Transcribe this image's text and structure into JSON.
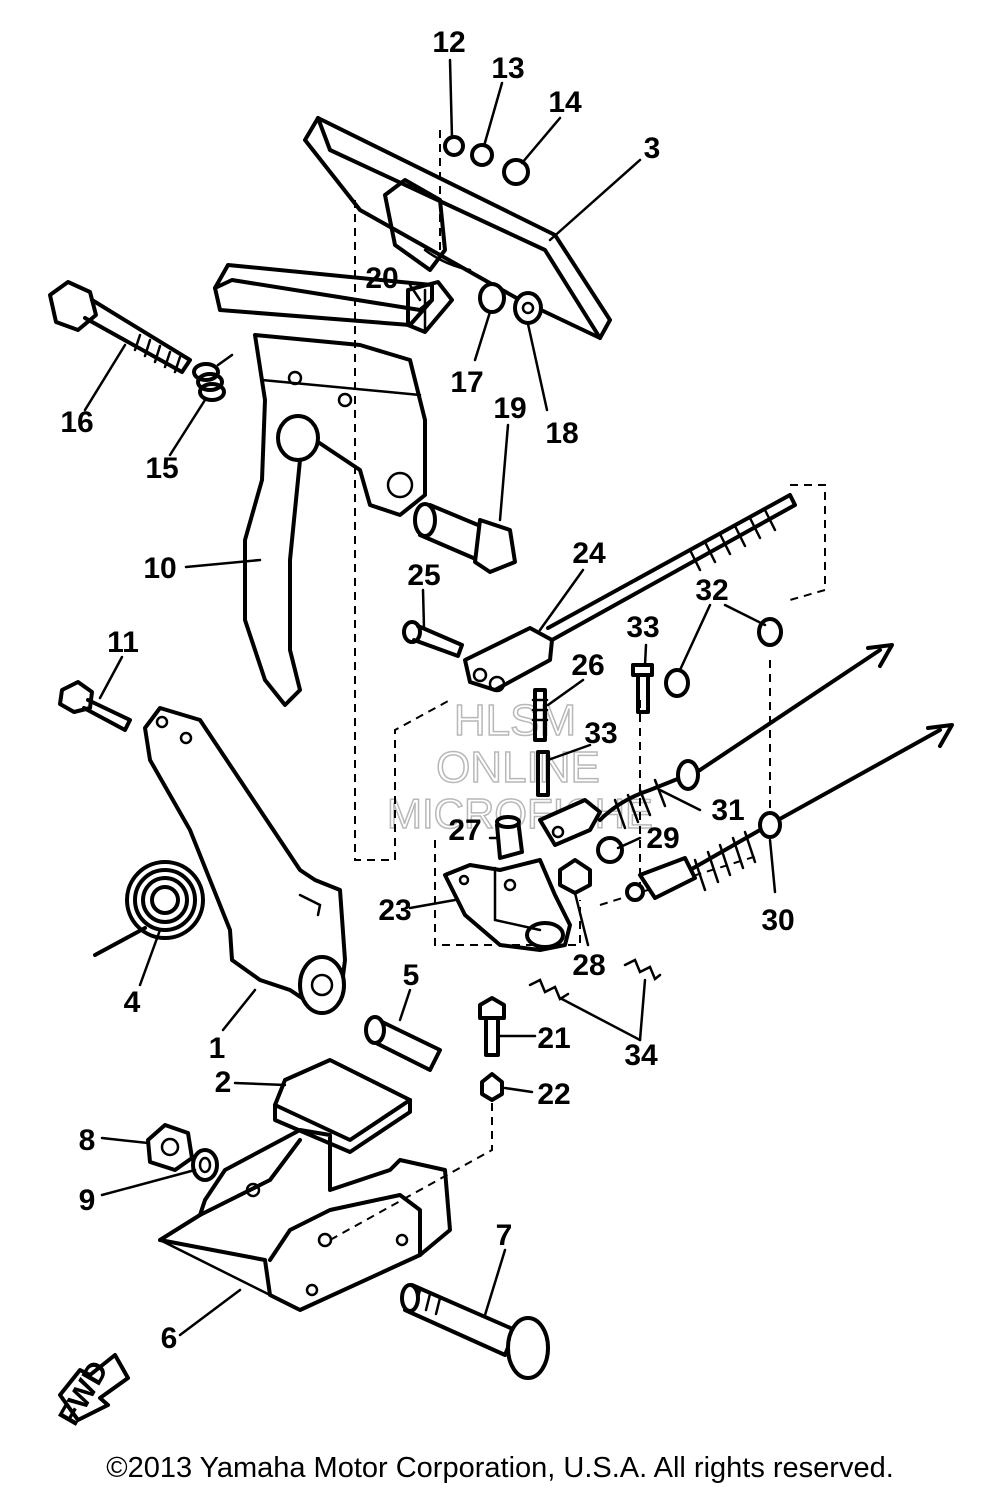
{
  "diagram": {
    "callouts": [
      "1",
      "2",
      "3",
      "4",
      "5",
      "6",
      "7",
      "8",
      "9",
      "10",
      "11",
      "12",
      "13",
      "14",
      "15",
      "16",
      "17",
      "18",
      "19",
      "20",
      "21",
      "22",
      "23",
      "24",
      "25",
      "26",
      "27",
      "28",
      "29",
      "30",
      "31",
      "32",
      "33",
      "33",
      "34"
    ],
    "watermark": [
      "HLSM",
      "ONLINE",
      "MICROFICHE"
    ],
    "fwd_label": "FWD"
  },
  "footer": {
    "copyright": "©2013 Yamaha Motor Corporation, U.S.A. All rights reserved."
  }
}
